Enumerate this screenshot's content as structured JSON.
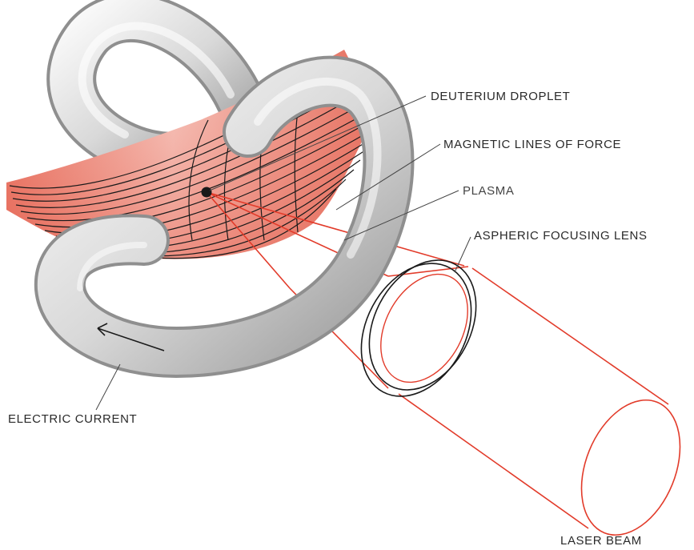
{
  "labels": {
    "deuterium_droplet": "DEUTERIUM DROPLET",
    "magnetic_lines": "MAGNETIC LINES OF FORCE",
    "plasma": "PLASMA",
    "lens": "ASPHERIC FOCUSING LENS",
    "electric_current": "ELECTRIC CURRENT",
    "laser_beam": "LASER BEAM"
  },
  "colors": {
    "coil_light": "#f2f2f2",
    "coil_dark": "#8c8c8c",
    "plasma_pink": "#e9776a",
    "laser_red": "#e23b2a",
    "ink": "#1a1a1a"
  }
}
